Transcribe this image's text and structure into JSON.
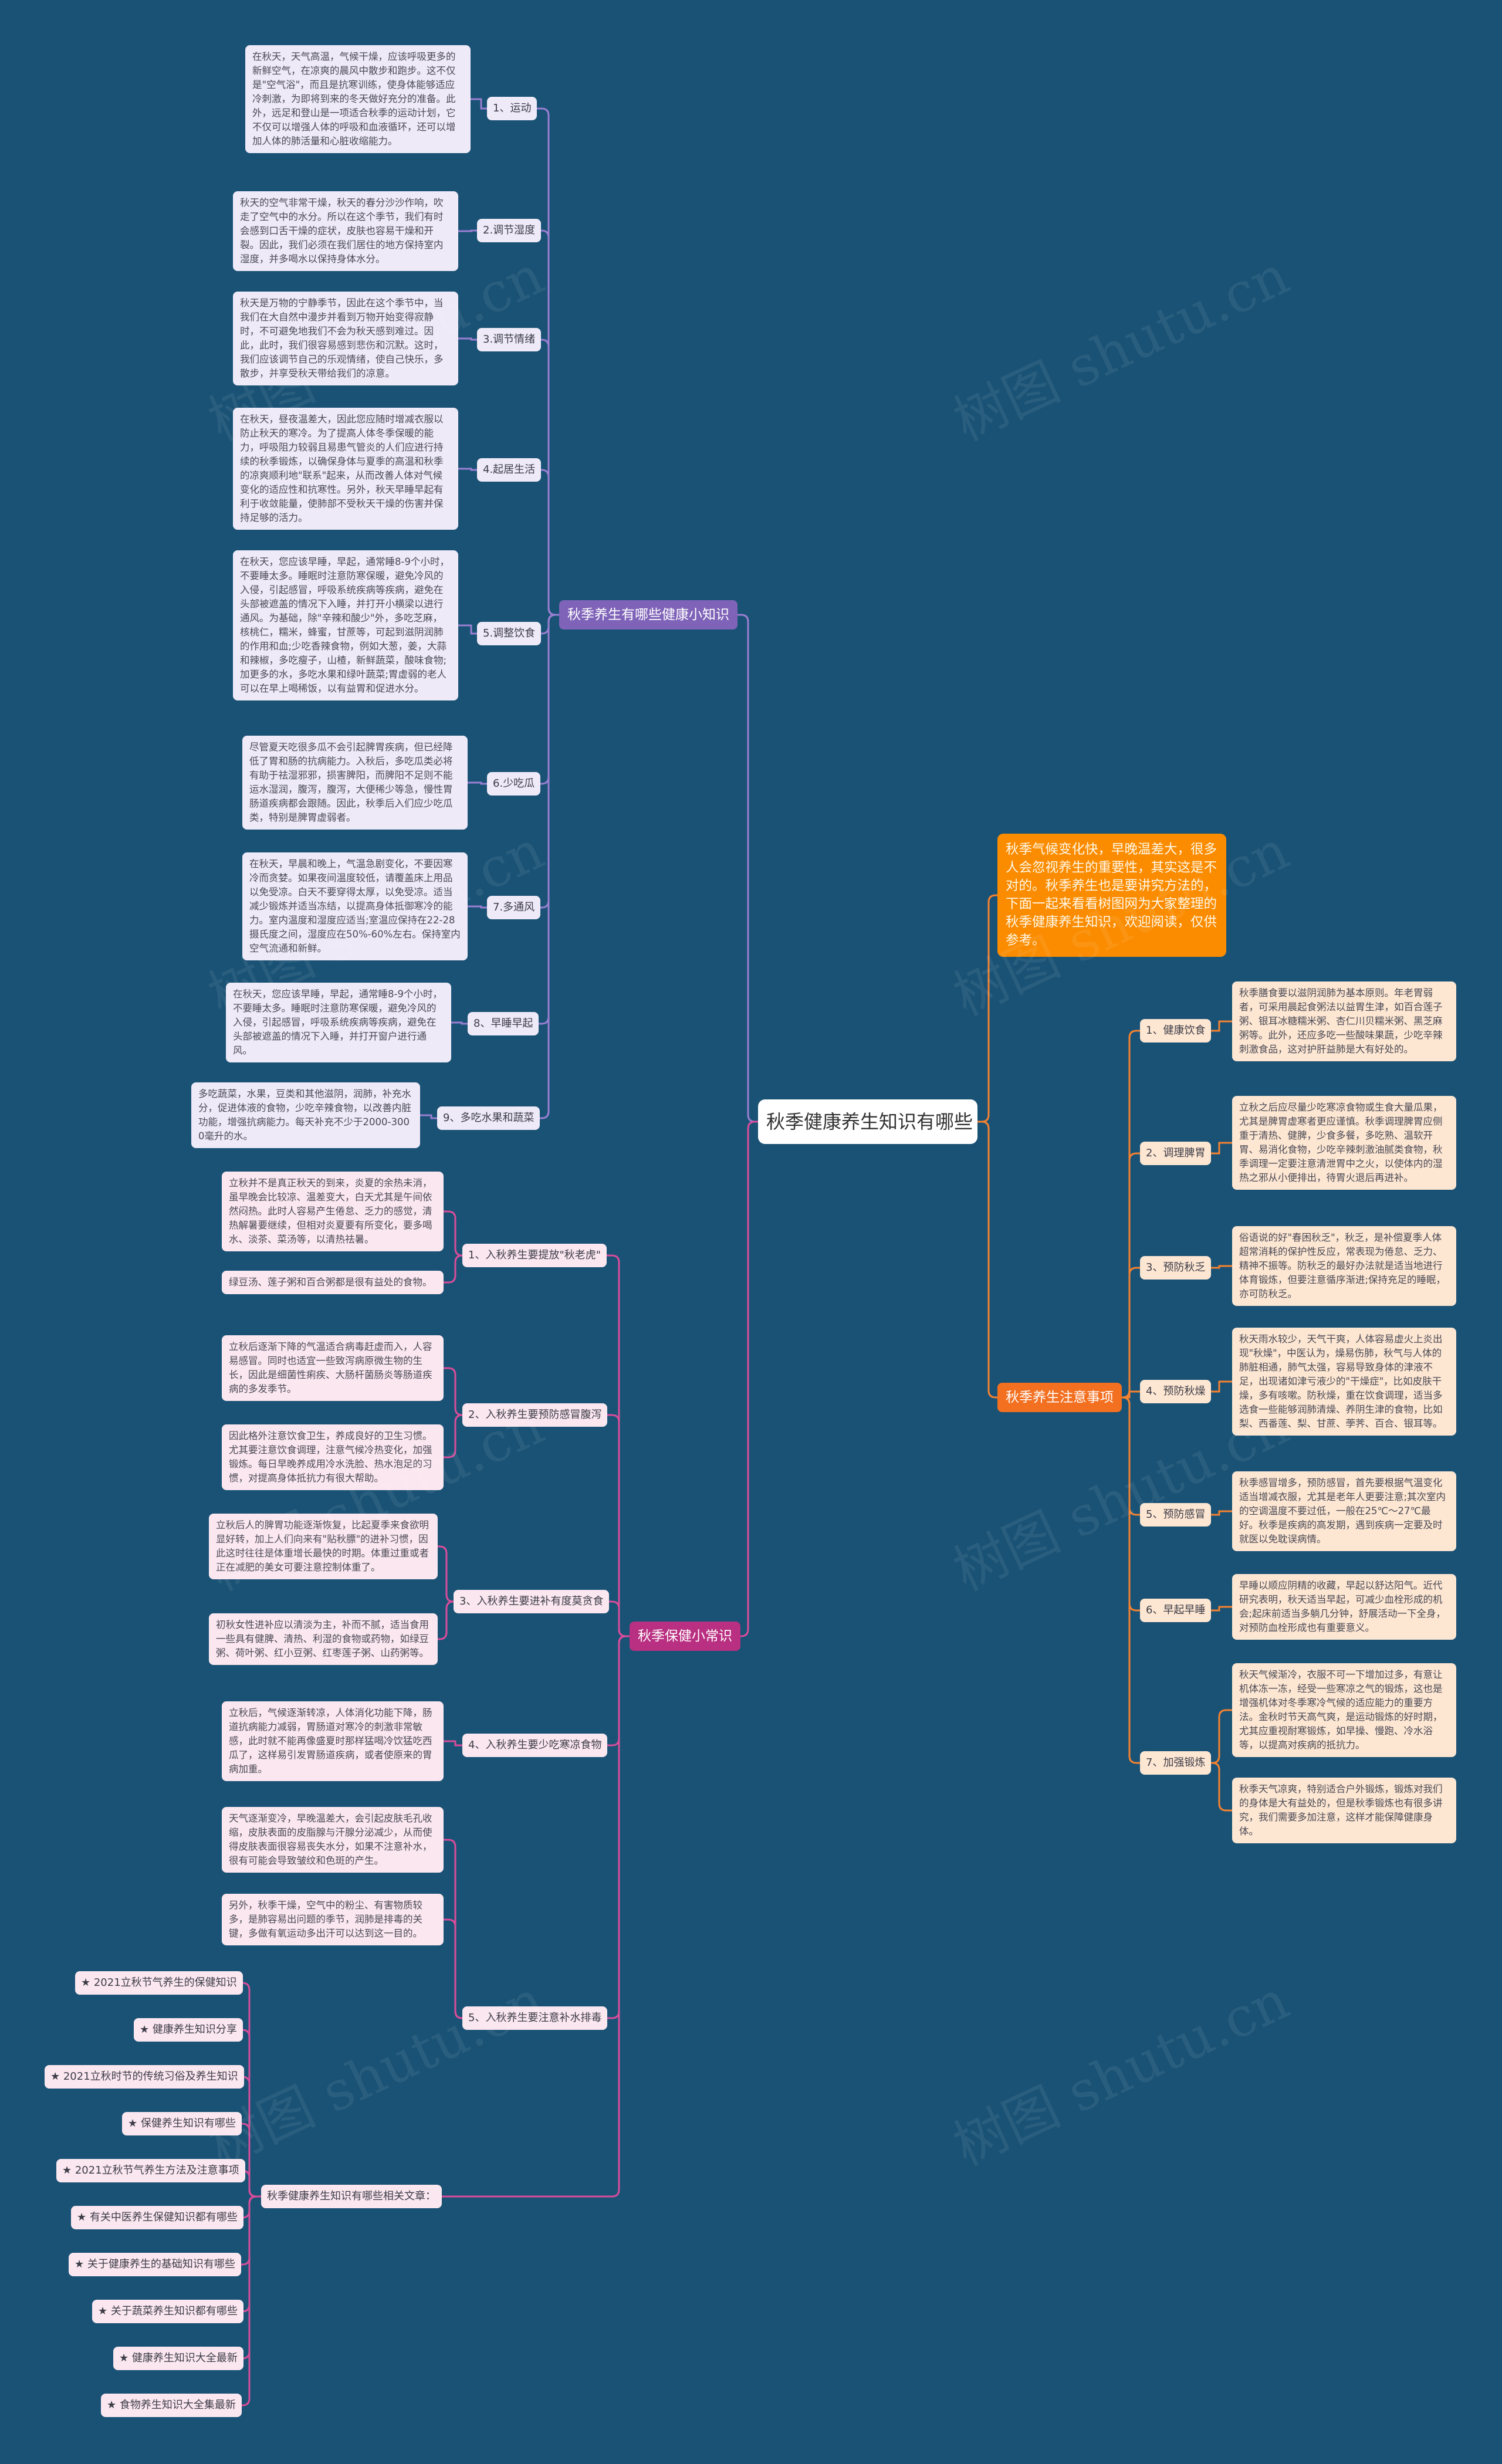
{
  "colors": {
    "background": "#1a5275",
    "branch_purple": "#7f63b8",
    "branch_orange": "#f37021",
    "branch_pink": "#b92f81",
    "intro_bg": "#fb8c00",
    "line_purple": "#9a7fd2",
    "line_orange": "#f58231",
    "line_pink": "#d94d9a"
  },
  "watermark": "树图 shutu.cn",
  "root": {
    "title": "秋季健康养生知识有哪些"
  },
  "intro": {
    "text": "秋季气候变化快，早晚温差大，很多人会忽视养生的重要性，其实这是不对的。秋季养生也是要讲究方法的，下面一起来看看树图网为大家整理的秋季健康养生知识，欢迎阅读，仅供参考。"
  },
  "branch1": {
    "title": "秋季养生有哪些健康小知识",
    "items": [
      {
        "label": "1、运动",
        "text": "在秋天，天气高温，气候干燥，应该呼吸更多的新鲜空气，在凉爽的晨风中散步和跑步。这不仅是\"空气浴\"，而且是抗寒训练，使身体能够适应冷刺激，为即将到来的冬天做好充分的准备。此外，远足和登山是一项适合秋季的运动计划，它不仅可以增强人体的呼吸和血液循环，还可以增加人体的肺活量和心脏收缩能力。"
      },
      {
        "label": "2.调节湿度",
        "text": "秋天的空气非常干燥，秋天的春分沙沙作响，吹走了空气中的水分。所以在这个季节，我们有时会感到口舌干燥的症状，皮肤也容易干燥和开裂。因此，我们必须在我们居住的地方保持室内湿度，并多喝水以保持身体水分。"
      },
      {
        "label": "3.调节情绪",
        "text": "秋天是万物的宁静季节，因此在这个季节中，当我们在大自然中漫步并看到万物开始变得寂静时，不可避免地我们不会为秋天感到难过。因此，此时，我们很容易感到悲伤和沉默。这时，我们应该调节自己的乐观情绪，使自己快乐，多散步，并享受秋天带给我们的凉意。"
      },
      {
        "label": "4.起居生活",
        "text": "在秋天，昼夜温差大，因此您应随时增减衣服以防止秋天的寒冷。为了提高人体冬季保暖的能力，呼吸阻力较弱且易患气管炎的人们应进行持续的秋季锻炼，以确保身体与夏季的高温和秋季的凉爽顺利地\"联系\"起来，从而改善人体对气候变化的适应性和抗寒性。另外，秋天早睡早起有利于收敛能量，使肺部不受秋天干燥的伤害并保持足够的活力。"
      },
      {
        "label": "5.调整饮食",
        "text": "在秋天，您应该早睡，早起，通常睡8-9个小时，不要睡太多。睡眠时注意防寒保暖，避免冷风的入侵，引起感冒，呼吸系统疾病等疾病，避免在头部被遮盖的情况下入睡，并打开小横梁以进行通风。为基础，除\"辛辣和酸少\"外，多吃芝麻，核桃仁，糯米，蜂蜜，甘蔗等，可起到滋阴润肺的作用和血;少吃香辣食物，例如大葱，姜，大蒜和辣椒，多吃瘦子，山楂，新鲜蔬菜，酸味食物;加更多的水，多吃水果和绿叶蔬菜;胃虚弱的老人可以在早上喝稀饭，以有益胃和促进水分。"
      },
      {
        "label": "6.少吃瓜",
        "text": "尽管夏天吃很多瓜不会引起脾胃疾病，但已经降低了胃和肠的抗病能力。入秋后，多吃瓜类必将有助于祛湿邪邪，损害脾阳，而脾阳不足则不能运水湿润，腹泻，腹泻，大便稀少等急，慢性胃肠道疾病都会跟随。因此，秋季后入们应少吃瓜类，特别是脾胃虚弱者。"
      },
      {
        "label": "7.多通风",
        "text": "在秋天，早晨和晚上，气温急剧变化，不要因寒冷而贪婪。如果夜间温度较低，请覆盖床上用品以免受凉。白天不要穿得太厚，以免受凉。适当减少锻炼并适当冻结，以提高身体抵御寒冷的能力。室内温度和湿度应适当;室温应保持在22-28摄氏度之间，湿度应在50%-60%左右。保持室内空气流通和新鲜。"
      },
      {
        "label": "8、早睡早起",
        "text": "在秋天，您应该早睡，早起，通常睡8-9个小时，不要睡太多。睡眠时注意防寒保暖，避免冷风的入侵，引起感冒，呼吸系统疾病等疾病，避免在头部被遮盖的情况下入睡，并打开窗户进行通风。"
      },
      {
        "label": "9、多吃水果和蔬菜",
        "text": "多吃蔬菜，水果，豆类和其他滋阴，润肺，补充水分，促进体液的食物，少吃辛辣食物，以改善内脏功能，增强抗病能力。每天补充不少于2000-3000毫升的水。"
      }
    ]
  },
  "branch2": {
    "title": "秋季保健小常识",
    "items": [
      {
        "label": "1、入秋养生要提放\"秋老虎\"",
        "texts": [
          "立秋并不是真正秋天的到来，炎夏的余热未消，虽早晚会比较凉、温差变大，白天尤其是午间依然闷热。此时人容易产生倦怠、乏力的感觉，清热解暑要继续，但相对炎夏要有所变化，要多喝水、淡茶、菜汤等，以清热祛暑。",
          "绿豆汤、莲子粥和百合粥都是很有益处的食物。"
        ]
      },
      {
        "label": "2、入秋养生要预防感冒腹泻",
        "texts": [
          "立秋后逐渐下降的气温适合病毒赶虚而入，人容易感冒。同时也适宜一些致泻病原微生物的生长，因此是细菌性痢疾、大肠杆菌肠炎等肠道疾病的多发季节。",
          "因此格外注意饮食卫生，养成良好的卫生习惯。尤其要注意饮食调理，注意气候冷热变化，加强锻炼。每日早晚养成用冷水洗脸、热水泡足的习惯，对提高身体抵抗力有很大帮助。"
        ]
      },
      {
        "label": "3、入秋养生要进补有度莫贪食",
        "texts": [
          "立秋后人的脾胃功能逐渐恢复，比起夏季来食欲明显好转，加上人们向来有\"贴秋膘\"的进补习惯，因此这时往往是体重增长最快的时期。体重过重或者正在减肥的美女可要注意控制体重了。",
          "初秋女性进补应以清淡为主，补而不腻，适当食用一些具有健脾、清热、利湿的食物或药物，如绿豆粥、荷叶粥、红小豆粥、红枣莲子粥、山药粥等。"
        ]
      },
      {
        "label": "4、入秋养生要少吃寒凉食物",
        "texts": [
          "立秋后，气候逐渐转凉，人体消化功能下降，肠道抗病能力减弱，胃肠道对寒冷的刺激非常敏感，此时就不能再像盛夏时那样猛喝冷饮猛吃西瓜了，这样易引发胃肠道疾病，或者使原来的胃病加重。"
        ]
      },
      {
        "label": "5、入秋养生要注意补水排毒",
        "texts": [
          "天气逐渐变冷，早晚温差大，会引起皮肤毛孔收缩，皮肤表面的皮脂腺与汗腺分泌减少，从而使得皮肤表面很容易丧失水分，如果不注意补水，很有可能会导致皱纹和色斑的产生。",
          "另外，秋季干燥，空气中的粉尘、有害物质较多，是肺容易出问题的季节，润肺是排毒的关键，多做有氧运动多出汗可以达到这一目的。"
        ]
      },
      {
        "label": "秋季健康养生知识有哪些相关文章：",
        "links": [
          "★ 2021立秋节气养生的保健知识",
          "★ 健康养生知识分享",
          "★ 2021立秋时节的传统习俗及养生知识",
          "★ 保健养生知识有哪些",
          "★ 2021立秋节气养生方法及注意事项",
          "★ 有关中医养生保健知识都有哪些",
          "★ 关于健康养生的基础知识有哪些",
          "★ 关于蔬菜养生知识都有哪些",
          "★ 健康养生知识大全最新",
          "★ 食物养生知识大全集最新"
        ]
      }
    ]
  },
  "branch3": {
    "title": "秋季养生注意事项",
    "items": [
      {
        "label": "1、健康饮食",
        "texts": [
          "秋季膳食要以滋阴润肺为基本原则。年老胃弱者，可采用晨起食粥法以益胃生津，如百合莲子粥、银耳冰糖糯米粥、杏仁川贝糯米粥、黑芝麻粥等。此外，还应多吃一些酸味果蔬，少吃辛辣刺激食品，这对护肝益肺是大有好处的。"
        ]
      },
      {
        "label": "2、调理脾胃",
        "texts": [
          "立秋之后应尽量少吃寒凉食物或生食大量瓜果，尤其是脾胃虚寒者更应谨慎。秋季调理脾胃应侧重于清热、健脾，少食多餐，多吃熟、温软开胃、易消化食物，少吃辛辣刺激油腻类食物，秋季调理一定要注意清泄胃中之火，以使体内的湿热之邪从小便排出，待胃火退后再进补。"
        ]
      },
      {
        "label": "3、预防秋乏",
        "texts": [
          "俗语说的好\"春困秋乏\"，秋乏，是补偿夏季人体超常消耗的保护性反应，常表现为倦怠、乏力、精神不振等。防秋乏的最好办法就是适当地进行体育锻炼，但要注意循序渐进;保持充足的睡眠，亦可防秋乏。"
        ]
      },
      {
        "label": "4、预防秋燥",
        "texts": [
          "秋天雨水较少，天气干爽，人体容易虚火上炎出现\"秋燥\"，中医认为，燥易伤肺，秋气与人体的肺脏相通，肺气太强，容易导致身体的津液不足，出现诸如津亏液少的\"干燥症\"，比如皮肤干燥，多有咳嗽。防秋燥，重在饮食调理，适当多选食一些能够润肺清燥、养阴生津的食物，比如梨、西番莲、梨、甘蔗、荸荠、百合、银耳等。"
        ]
      },
      {
        "label": "5、预防感冒",
        "texts": [
          "秋季感冒增多，预防感冒，首先要根据气温变化适当增减衣服，尤其是老年人更要注意;其次室内的空调温度不要过低，一般在25℃～27℃最好。秋季是疾病的高发期，遇到疾病一定要及时就医以免耽误病情。"
        ]
      },
      {
        "label": "6、早起早睡",
        "texts": [
          "早睡以顺应阴精的收藏，早起以舒达阳气。近代研究表明，秋天适当早起，可减少血栓形成的机会;起床前适当多躺几分钟，舒展活动一下全身，对预防血栓形成也有重要意义。"
        ]
      },
      {
        "label": "7、加强锻炼",
        "texts": [
          "秋天气候渐冷，衣服不可一下增加过多，有意让机体冻一冻，经受一些寒凉之气的锻炼，这也是增强机体对冬季寒冷气候的适应能力的重要方法。金秋时节天高气爽，是运动锻炼的好时期，尤其应重视耐寒锻炼，如早操、慢跑、冷水浴等，以提高对疾病的抵抗力。",
          "秋季天气凉爽，特别适合户外锻炼，锻炼对我们的身体是大有益处的，但是秋季锻炼也有很多讲究，我们需要多加注意，这样才能保障健康身体。"
        ]
      }
    ]
  }
}
